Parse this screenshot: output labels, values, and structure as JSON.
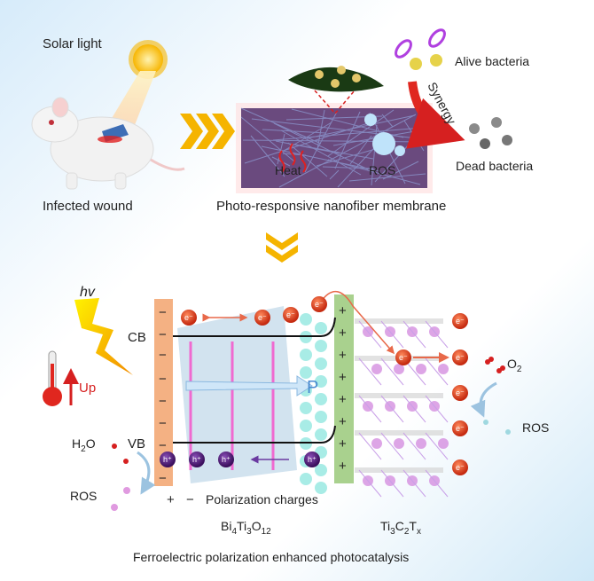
{
  "top": {
    "solar_light": "Solar light",
    "infected_wound": "Infected wound",
    "membrane_caption": "Photo-responsive nanofiber membrane",
    "heat": "Heat",
    "ros": "ROS",
    "alive_bacteria": "Alive bacteria",
    "dead_bacteria": "Dead bacteria",
    "synergy": "Synergy"
  },
  "bottom": {
    "hv": "hv",
    "up": "Up",
    "cb": "CB",
    "vb": "VB",
    "h2o": {
      "a": "H",
      "sub": "2",
      "b": "O"
    },
    "ros_left": "ROS",
    "ros_right": "ROS",
    "o2": {
      "a": "O",
      "sub": "2"
    },
    "p_label": "P",
    "electron": "e⁻",
    "hole": "h⁺",
    "plus": "+",
    "minus": "−",
    "polarization_charges": "Polarization charges",
    "bto": {
      "a": "Bi",
      "s1": "4",
      "b": "Ti",
      "s2": "3",
      "c": "O",
      "s3": "12"
    },
    "mxene": {
      "a": "Ti",
      "s1": "3",
      "b": "C",
      "s2": "2",
      "c": "T",
      "s3": "x"
    },
    "caption": "Ferroelectric polarization enhanced photocatalysis"
  },
  "colors": {
    "electron": "#d7331a",
    "hole": "#4b1a6e",
    "negative_bar": "#f4b183",
    "positive_bar": "#a9d18e",
    "chevron": "#f5b400",
    "accent_red": "#e0271f"
  }
}
